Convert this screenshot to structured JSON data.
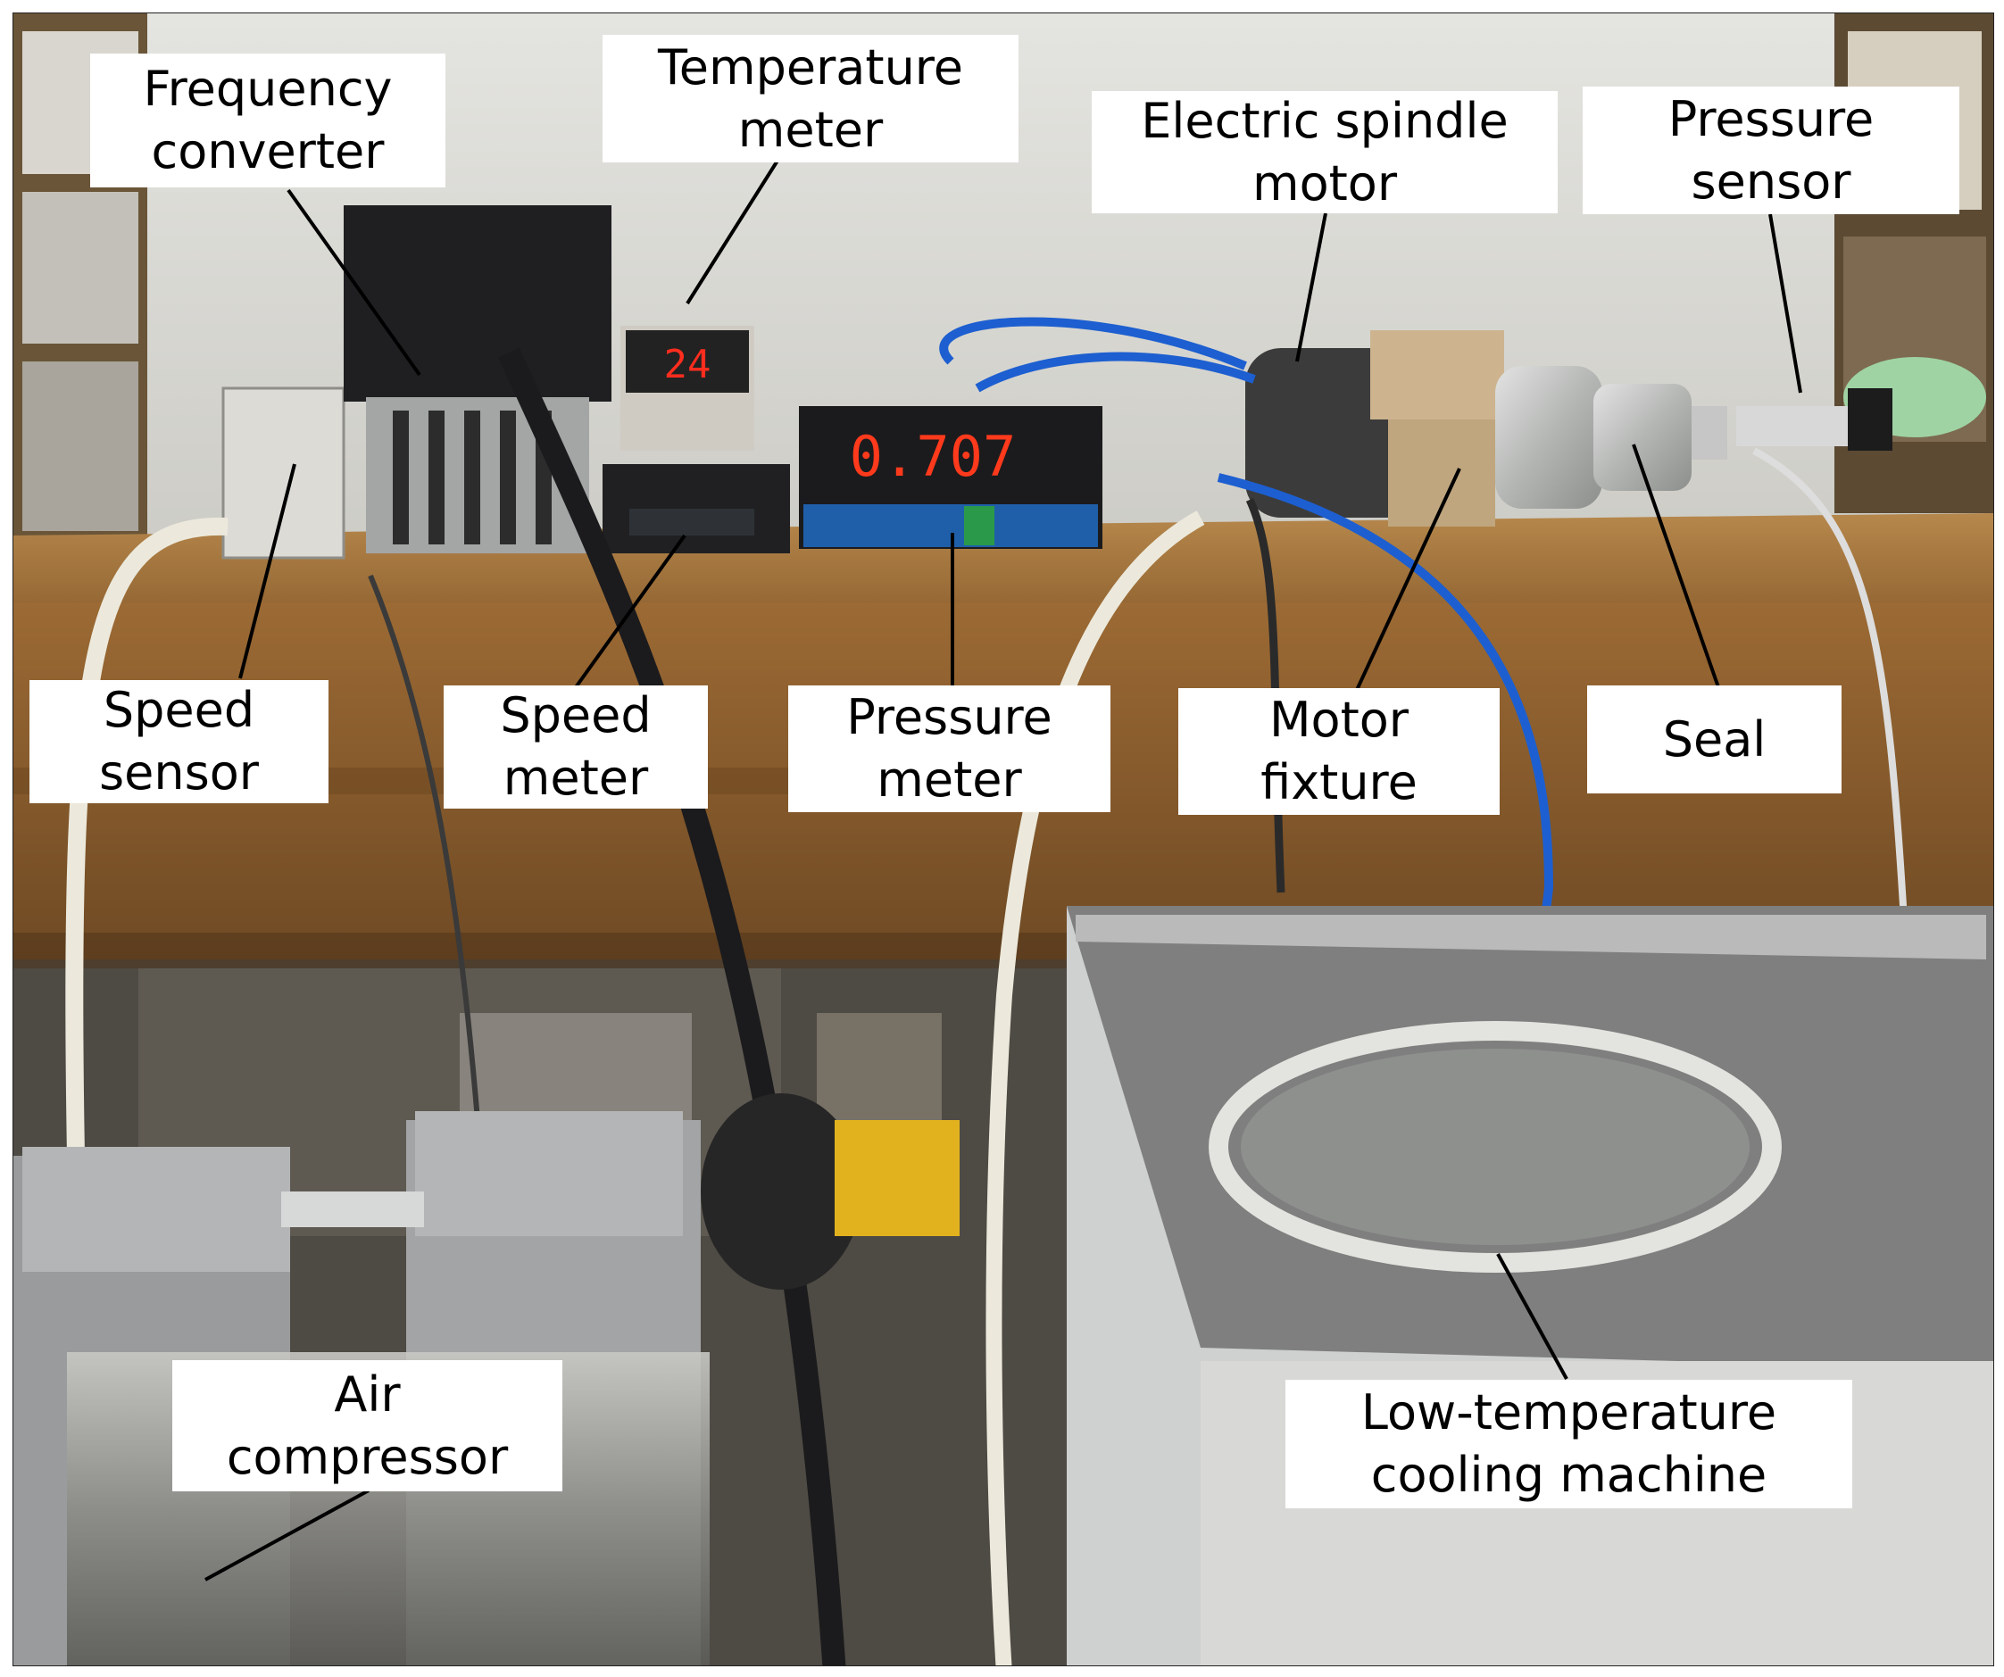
{
  "labels": {
    "frequency_converter": {
      "line1": "Frequency",
      "line2": "converter"
    },
    "temperature_meter": {
      "line1": "Temperature",
      "line2": "meter"
    },
    "electric_spindle_motor": {
      "line1": "Electric spindle",
      "line2": "motor"
    },
    "pressure_sensor": {
      "line1": "Pressure",
      "line2": "sensor"
    },
    "speed_sensor": {
      "line1": "Speed",
      "line2": "sensor"
    },
    "speed_meter": {
      "line1": "Speed",
      "line2": "meter"
    },
    "pressure_meter": {
      "line1": "Pressure",
      "line2": "meter"
    },
    "motor_fixture": {
      "line1": "Motor",
      "line2": "fixture"
    },
    "seal": {
      "line1": "Seal"
    },
    "air_compressor": {
      "line1": "Air",
      "line2": "compressor"
    },
    "cooling_machine": {
      "line1": "Low-temperature",
      "line2": "cooling machine"
    }
  },
  "displays": {
    "temperature_reading": "24",
    "pressure_reading": "0.707"
  }
}
